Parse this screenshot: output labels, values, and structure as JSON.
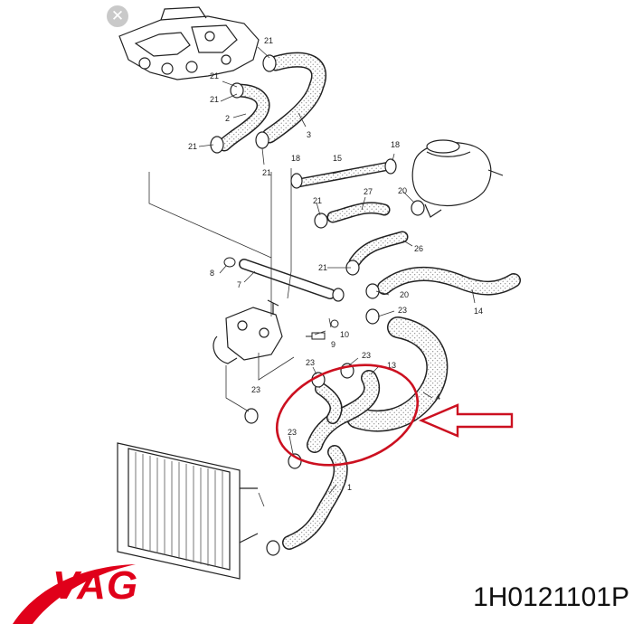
{
  "close_button": {
    "glyph": "✕",
    "icon": "close-icon"
  },
  "callouts": {
    "n21a": "21",
    "n21b": "21",
    "n21c": "21",
    "n21d": "21",
    "n21e": "21",
    "n21f": "21",
    "n2": "2",
    "n3": "3",
    "n18a": "18",
    "n18b": "18",
    "n15": "15",
    "n20a": "20",
    "n20b": "20",
    "n27": "27",
    "n26": "26",
    "n8": "8",
    "n7": "7",
    "n14": "14",
    "n23a": "23",
    "n23b": "23",
    "n23c": "23",
    "n23d": "23",
    "n23e": "23",
    "n10": "10",
    "n9": "9",
    "n13": "13",
    "n4": "4",
    "n1": "1"
  },
  "highlight": {
    "color": "#cc1020",
    "arrow_color": "#cc1020"
  },
  "brand": {
    "logo_text": "VAG",
    "color": "#e0001a"
  },
  "part_number": "1H0121101P"
}
